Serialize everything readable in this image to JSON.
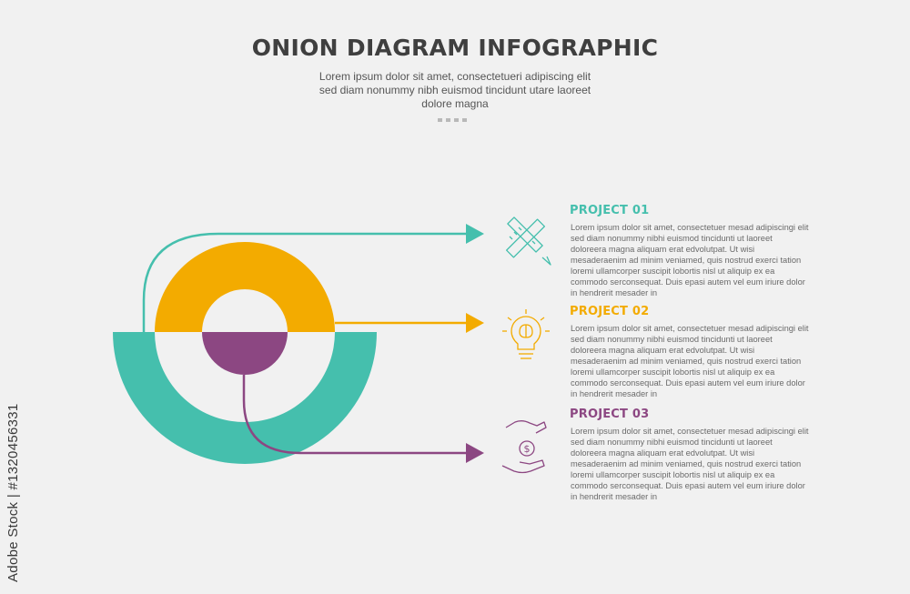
{
  "title": "ONION DIAGRAM INFOGRAPHIC",
  "subtitle": "Lorem ipsum dolor sit amet, consectetueri adipiscing elit sed diam nonummy nibh euismod tincidunt utare laoreet dolore magna",
  "colors": {
    "teal": "#45bfad",
    "orange": "#f3ab00",
    "purple": "#8c4782",
    "background": "#f1f1f1"
  },
  "projects": [
    {
      "title": "PROJECT 01",
      "icon": "ruler-pencil-icon",
      "color": "#45bfad",
      "text": "Lorem ipsum dolor sit amet, consectetuer mesad adipiscingi elit sed diam nonummy nibhi euismod tincidunti ut laoreet doloreera magna aliquam erat edvolutpat. Ut wisi mesaderaenim ad minim veniamed, quis nostrud exerci tation loremi ullamcorper suscipit lobortis nisl ut aliquip ex ea commodo serconsequat. Duis epasi autem vel eum iriure dolor in hendrerit mesader in"
    },
    {
      "title": "PROJECT 02",
      "icon": "lightbulb-brain-icon",
      "color": "#f3ab00",
      "text": "Lorem ipsum dolor sit amet, consectetuer mesad adipiscingi elit sed diam nonummy nibhi euismod tincidunti ut laoreet doloreera magna aliquam erat edvolutpat. Ut wisi mesaderaenim ad minim veniamed, quis nostrud exerci tation loremi ullamcorper suscipit lobortis nisl ut aliquip ex ea commodo serconsequat. Duis epasi autem vel eum iriure dolor in hendrerit mesader in"
    },
    {
      "title": "PROJECT 03",
      "icon": "hands-dollar-icon",
      "color": "#8c4782",
      "text": "Lorem ipsum dolor sit amet, consectetuer mesad adipiscingi elit sed diam nonummy nibhi euismod tincidunti ut laoreet doloreera magna aliquam erat edvolutpat. Ut wisi mesaderaenim ad minim veniamed, quis nostrud exerci tation loremi ullamcorper suscipit lobortis nisl ut aliquip ex ea commodo serconsequat. Duis epasi autem vel eum iriure dolor in hendrerit mesader in"
    }
  ],
  "watermark": "Adobe Stock",
  "side_watermark": "Adobe Stock | #1320456331"
}
